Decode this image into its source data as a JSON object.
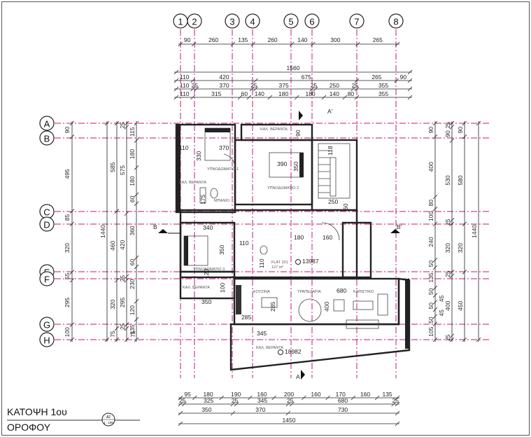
{
  "column_axes": [
    "1",
    "2",
    "3",
    "4",
    "5",
    "6",
    "7",
    "8"
  ],
  "row_axes": [
    "A",
    "B",
    "C",
    "D",
    "E",
    "F",
    "G",
    "H"
  ],
  "top_dims": {
    "row1": [
      "90",
      "260",
      "135",
      "260",
      "140",
      "300",
      "265"
    ],
    "total": "1560",
    "row2": [
      "110",
      "420",
      "675",
      "265",
      "90"
    ],
    "row3": [
      "110",
      "25",
      "370",
      "25",
      "375",
      "25",
      "250",
      "25",
      "355"
    ],
    "row4": [
      "110",
      "315",
      "60",
      "140",
      "180",
      "180",
      "140",
      "80",
      "355"
    ]
  },
  "left_dims": {
    "col1": [
      "90",
      "495",
      "85",
      "320",
      "55",
      "295",
      "100"
    ],
    "col2": [
      "1440"
    ],
    "col3": [
      "585",
      "460",
      "320",
      "75"
    ],
    "col4": [
      "25",
      "575",
      "420",
      "25",
      "295",
      "25",
      "75"
    ],
    "col5": [
      "115",
      "180",
      "180",
      "60",
      "360",
      "60",
      "230",
      "120",
      "135"
    ]
  },
  "right_dims": {
    "col1": [
      "90",
      "400",
      "80",
      "100",
      "240",
      "50",
      "135",
      "50",
      "45",
      "50",
      "45",
      "50",
      "105"
    ],
    "col2": [
      "25",
      "90",
      "530",
      "25",
      "320",
      "25",
      "400",
      "25"
    ],
    "col3": [
      "90",
      "580",
      "320",
      "450"
    ],
    "col4": [
      "1440"
    ]
  },
  "bottom_dims": {
    "row1": [
      "95",
      "180",
      "190",
      "160",
      "200",
      "160",
      "170",
      "160",
      "135"
    ],
    "row2": [
      "25",
      "325",
      "25",
      "345",
      "25",
      "680",
      "25"
    ],
    "row3": [
      "350",
      "370",
      "730"
    ],
    "row4": [
      "1450"
    ]
  },
  "rooms": {
    "bedroom1": "ΥΠΝΟΔΩΜΑΤΙΟ 1",
    "bedroom2": "ΥΠΝΟΔΩΜΑΤΙΟ 2",
    "bedroom3": "ΥΠΝΟΔΩΜΑΤΙΟ 3",
    "bathroom": "ΜΠΑΝΙΟ",
    "kitchen": "ΚΟΥΖΙΝΑ",
    "dining": "ΤΡΑΠΕΖΑΡΙΑ",
    "living": "ΚΑΘΙΣΤΙΚΟ",
    "veranda_top": "ΚΑΛ. ΒΕΡΑΝΤΑ",
    "veranda_left": "ΚΑΛ. ΒΕΡΑΝΤΑ",
    "veranda_small": "ΚΑΛ. ΒΕΡΑΝΤΑ",
    "veranda_bottom": "ΚΑΛ. ΒΕΡΑΝΤΑ",
    "flat": "FLAT 101",
    "flat_area": "127 m²"
  },
  "interior_dims": {
    "d110a": "110",
    "d330": "330",
    "d370": "370",
    "d390": "390",
    "d350a": "350",
    "d90": "90",
    "d250": "250",
    "d175": "175",
    "d118": "118",
    "d60": "60",
    "d340": "340",
    "d350b": "350",
    "d110b": "110",
    "d110c": "110",
    "d100": "100",
    "d350c": "350",
    "d180": "180",
    "d160": "160",
    "d285a": "285",
    "d285b": "285",
    "d345": "345",
    "d400": "400",
    "d680": "680",
    "d120": "120"
  },
  "levels": {
    "upper": "13987",
    "lower": "18982"
  },
  "sections": {
    "b_left": "B",
    "b_right": "B'",
    "a_top": "A'",
    "a_bottom": "A"
  },
  "title": {
    "line1": "ΚΑΤΟΨΗ 1ου",
    "line2": "ΟΡΟΦΟΥ",
    "sheet": "A2",
    "scale": "1 : 100"
  }
}
